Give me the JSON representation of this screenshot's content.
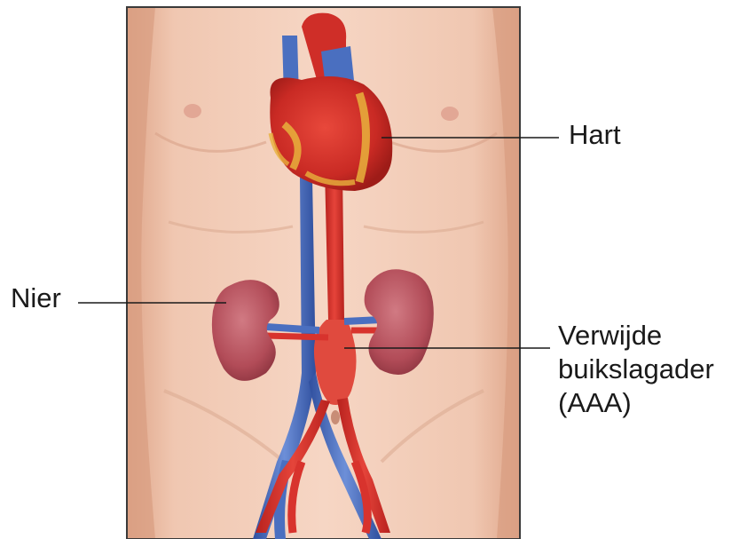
{
  "labels": {
    "hart": "Hart",
    "nier": "Nier",
    "aaa_line1": "Verwijde",
    "aaa_line2": "buikslagader",
    "aaa_line3": "(AAA)"
  },
  "colors": {
    "skin": "#f2cdb9",
    "skin_shade": "#e3ad92",
    "heart_red": "#d2322a",
    "heart_fat": "#e7b23c",
    "artery_red": "#d8332d",
    "vein_blue": "#4a6fc0",
    "kidney": "#b8505c",
    "leader_line": "#1a1a1a"
  }
}
